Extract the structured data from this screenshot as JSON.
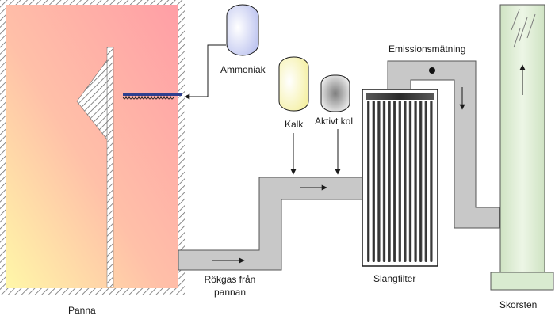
{
  "labels": {
    "boiler": "Panna",
    "ammonia": "Ammoniak",
    "lime": "Kalk",
    "activated_carbon": "Aktivt kol",
    "flue_gas_line1": "Rökgas från",
    "flue_gas_line2": "pannan",
    "bag_filter": "Slangfilter",
    "emission_measurement": "Emissionsmätning",
    "chimney": "Skorsten"
  },
  "colors": {
    "boiler_fill_top": "#ff9fa6",
    "boiler_fill_bottom": "#fff5a8",
    "duct_fill": "#c9c9c9",
    "chimney_fill": "#d9ebd0",
    "wall_hatch": "#6f6f6f"
  },
  "icons": {
    "ammonia_tank": "tank-icon",
    "lime_tank": "tank-icon",
    "carbon_tank": "tank-icon"
  }
}
